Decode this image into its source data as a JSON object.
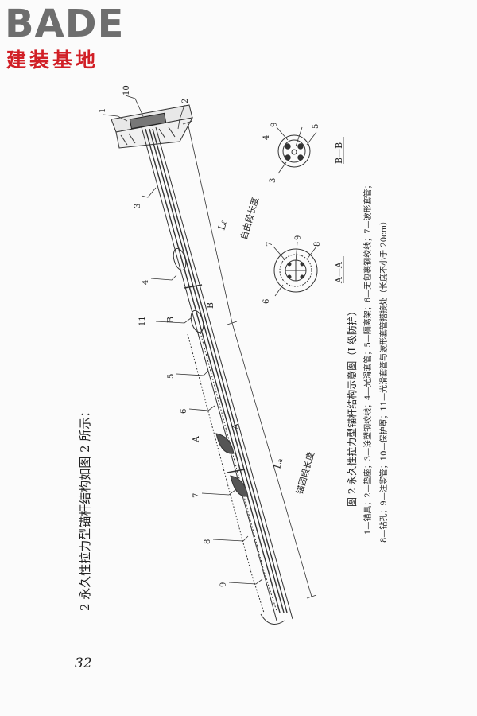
{
  "logo": {
    "brand": "BADE",
    "tagline": "建装基地"
  },
  "intro_text": "2  永久性拉力型锚杆结构如图 2 所示：",
  "figure": {
    "caption_title": "图 2   永久性拉力型锚杆结构示意图（I 级防护）",
    "legend_line1": "1—锚具；2—垫座；3—涂塑钢绞线；4—光滑套管；5—隔离架；6—无包裹钢绞线；7—波形套管；",
    "legend_line2": "8—钻孔；9—注浆管；10—保护罩；11—光滑套管与波形套管搭接处（长度不小于 20cm）",
    "dimensions": {
      "free_symbol": "L",
      "free_sub": "f",
      "free_label": "自由段长度",
      "anchor_symbol": "L",
      "anchor_sub": "a",
      "anchor_label": "锚固段长度"
    },
    "section_labels": {
      "aa": "A—A",
      "bb": "B—B",
      "a": "A",
      "b": "B"
    },
    "callouts": {
      "n1": "1",
      "n2": "2",
      "n3": "3",
      "n4": "4",
      "n5": "5",
      "n6": "6",
      "n7": "7",
      "n8": "8",
      "n9": "9",
      "n10": "10",
      "n11": "11"
    }
  },
  "page_number": "32"
}
